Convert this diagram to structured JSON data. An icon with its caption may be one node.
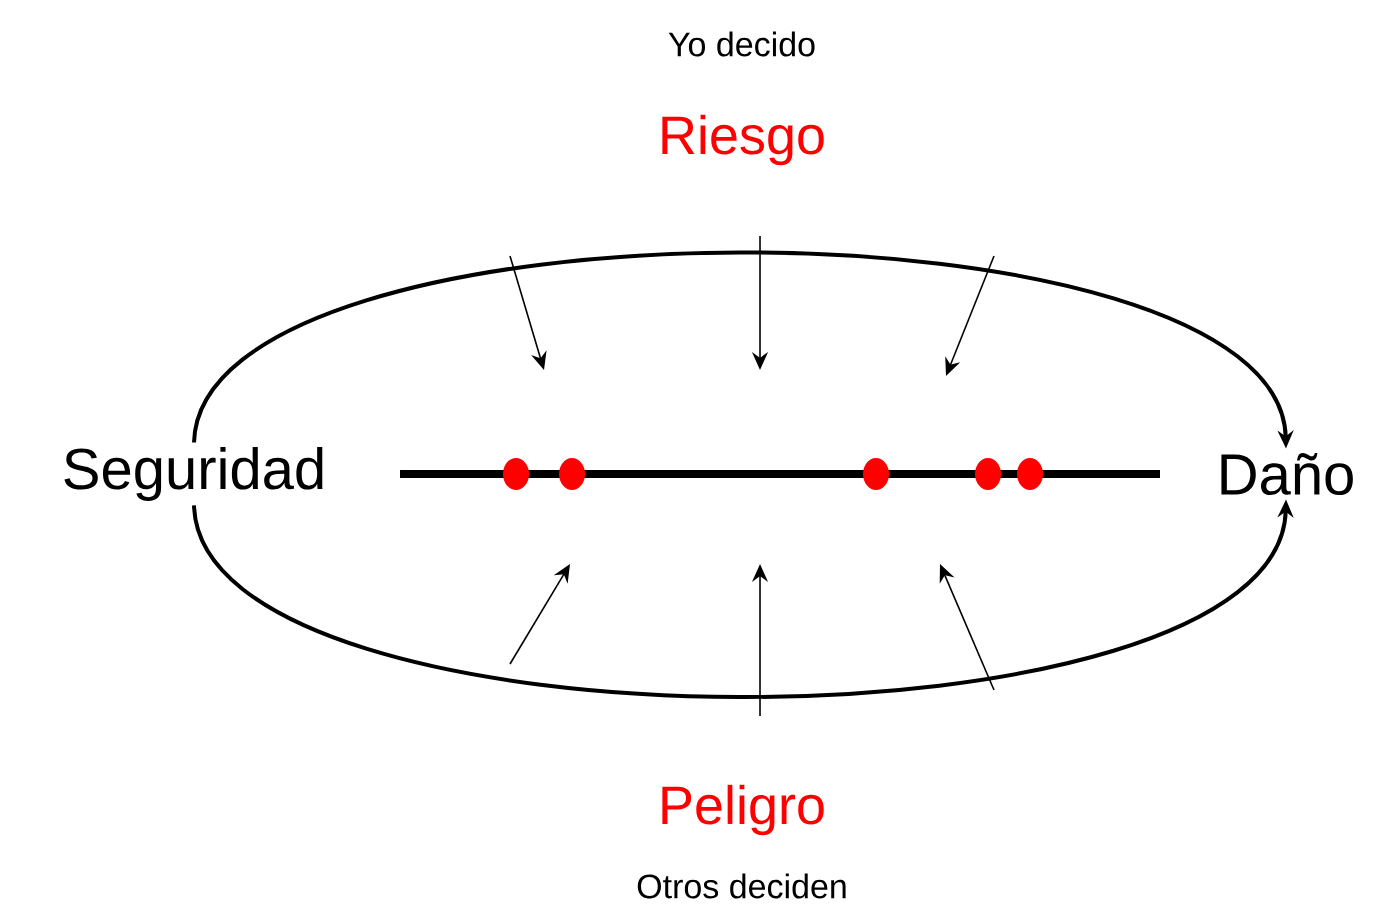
{
  "diagram": {
    "nodes": [
      {
        "text": [
          "Seguridad"
        ]
      },
      {
        "text": [
          "Daño"
        ]
      }
    ],
    "edges": [
      {
        "from": 0,
        "to": 1,
        "arrow": "to"
      },
      {
        "from": 0,
        "to": 1,
        "arrow": "to"
      }
    ],
    "labels": [
      "Yo decido",
      "Riesgo",
      "Peligro",
      "Otros deciden"
    ]
  }
}
